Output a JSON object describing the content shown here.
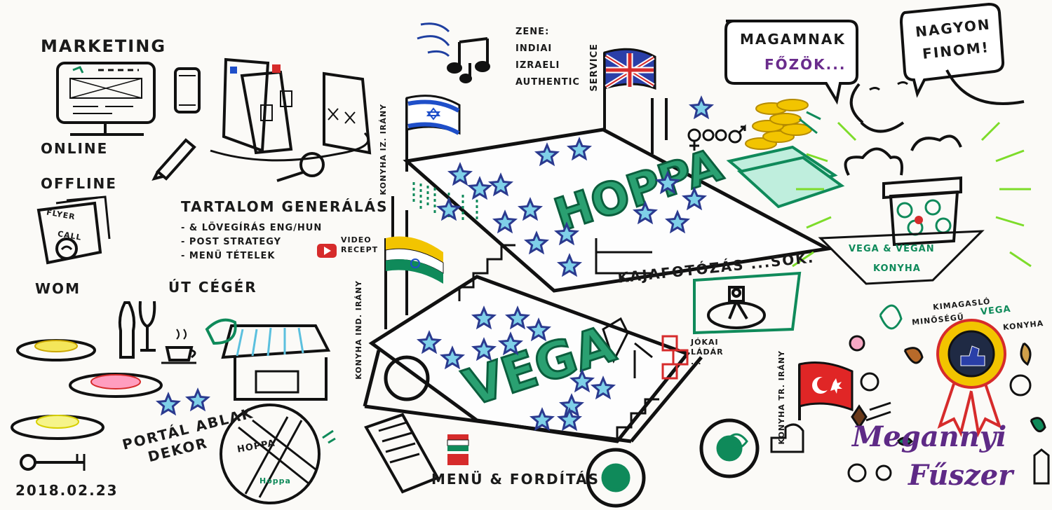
{
  "colors": {
    "ink": "#111111",
    "green": "#0f8a5a",
    "blue_star": "#2b3a8f",
    "star_fill": "#7fd0e8",
    "purple": "#6a2c8c",
    "red": "#d62b2b",
    "yellow": "#f2c400",
    "lime": "#7ddc2a"
  },
  "left": {
    "marketing": "MARKETING",
    "online": "ONLINE",
    "offline": "OFFLINE",
    "flyer": "FLYER",
    "call": "CALL",
    "wom": "WOM",
    "ut_ceger": "ÚT CÉGÉR",
    "portal": "PORTÁL ABLAK",
    "dekor": "DEKOR",
    "date": "2018.02.23",
    "hoppa_map": "HOPPA",
    "map_small": "Hoppa"
  },
  "content": {
    "title": "TARTALOM GENERÁLÁS",
    "items": [
      "- & LÖVEGÍRÁS ENG/HUN",
      "- POST STRATEGY",
      "- MENÜ TÉTELEK"
    ],
    "video": "VIDEO",
    "recept": "RECEPT"
  },
  "truck": {
    "hoppa": "HOPPA",
    "vega": "VEGA",
    "konyha_iz": "KONYHA IZ. IRÁNY",
    "konyha_ind": "KONYHA IND. IRÁNY",
    "service": "SERVICE",
    "konyha_tr": "KONYHA TR. IRÁNY",
    "kajafotozas": "KAJAFOTÓZÁS ...SOK.",
    "menu_forditas": "MENÜ & FORDÍTÁS",
    "jokai": "JÓKAI",
    "lador": "LÁDÁR",
    "dots": "..."
  },
  "music": {
    "zene": "ZENE:",
    "indiai": "INDIAI",
    "izraeli": "IZRAELI",
    "authentic": "AUTHENTIC"
  },
  "right": {
    "magamnak": "MAGAMNAK",
    "fozok": "FŐZÖK...",
    "nagyon": "NAGYON",
    "finom": "FINOM!",
    "vega_vegan": "VEGA & VEGAN",
    "konyha": "KONYHA",
    "kimagaslo": "KIMAGASLÓ",
    "minosegu": "MINŐSÉGŰ",
    "vega": "VEGA",
    "konyha2": "KONYHA",
    "brand1": "Megannyi",
    "brand2": "Fűszer"
  },
  "icons": [
    "laptop-icon",
    "phone-icon",
    "pencil-icon",
    "magnifier-icon",
    "youtube-icon",
    "music-notes-icon",
    "flag-israel-icon",
    "flag-uk-icon",
    "flag-india-icon",
    "flag-turkey-icon",
    "flag-hungary-icon",
    "coins-icon",
    "cash-icon",
    "camera-icon",
    "pot-icon",
    "award-rosette-icon",
    "gender-icon",
    "wine-glass-icon",
    "coffee-cup-icon",
    "star-icon"
  ]
}
